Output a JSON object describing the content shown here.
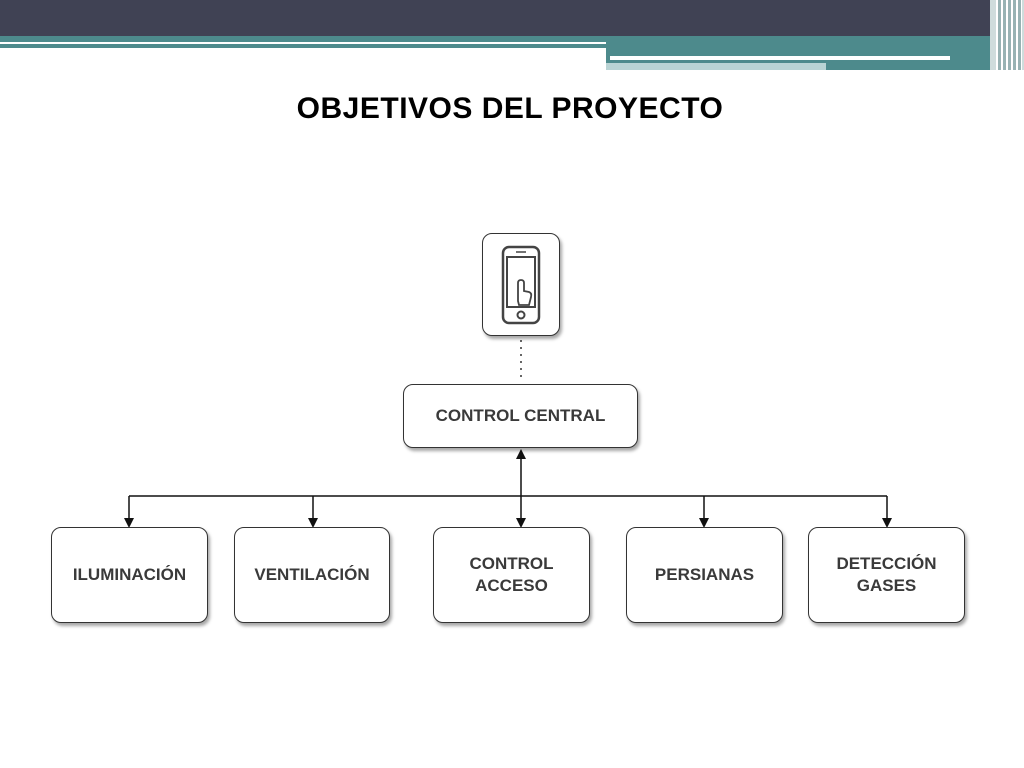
{
  "title": "OBJETIVOS DEL PROYECTO",
  "diagram": {
    "device_icon": "smartphone-touch-icon",
    "central_node": "CONTROL CENTRAL",
    "children": [
      {
        "line1": "ILUMINACIÓN",
        "line2": ""
      },
      {
        "line1": "VENTILACIÓN",
        "line2": ""
      },
      {
        "line1": "CONTROL",
        "line2": "ACCESO"
      },
      {
        "line1": "PERSIANAS",
        "line2": ""
      },
      {
        "line1": "DETECCIÓN",
        "line2": "GASES"
      }
    ]
  },
  "colors": {
    "header_dark": "#404254",
    "header_teal": "#4d8a8c",
    "box_border": "#333333",
    "text": "#3a3a3a"
  }
}
